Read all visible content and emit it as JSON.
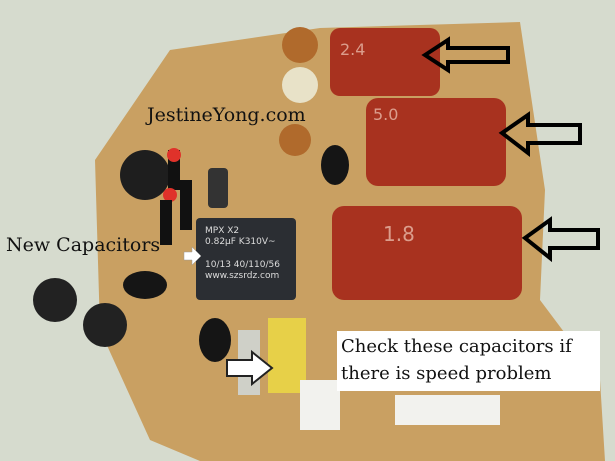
{
  "watermark": "JestineYong.com",
  "annotations": {
    "new_capacitors": "New Capacitors",
    "check_note": "Check these capacitors if there is speed problem"
  },
  "components": {
    "cap_top": "2.4",
    "cap_middle": "5.0",
    "cap_bottom": "1.8",
    "x2_cap": {
      "line1": "MPX  X2",
      "line2": "0.82μF K310V~",
      "line3": "10/13  40/110/56",
      "line4": "www.szsrdz.com"
    }
  },
  "colors": {
    "background": "#d6dbce",
    "pcb": "#c9a062",
    "capacitor_red": "#a8321f",
    "arrow_outline": "#000000",
    "highlight_arrow": "#ffffff"
  }
}
